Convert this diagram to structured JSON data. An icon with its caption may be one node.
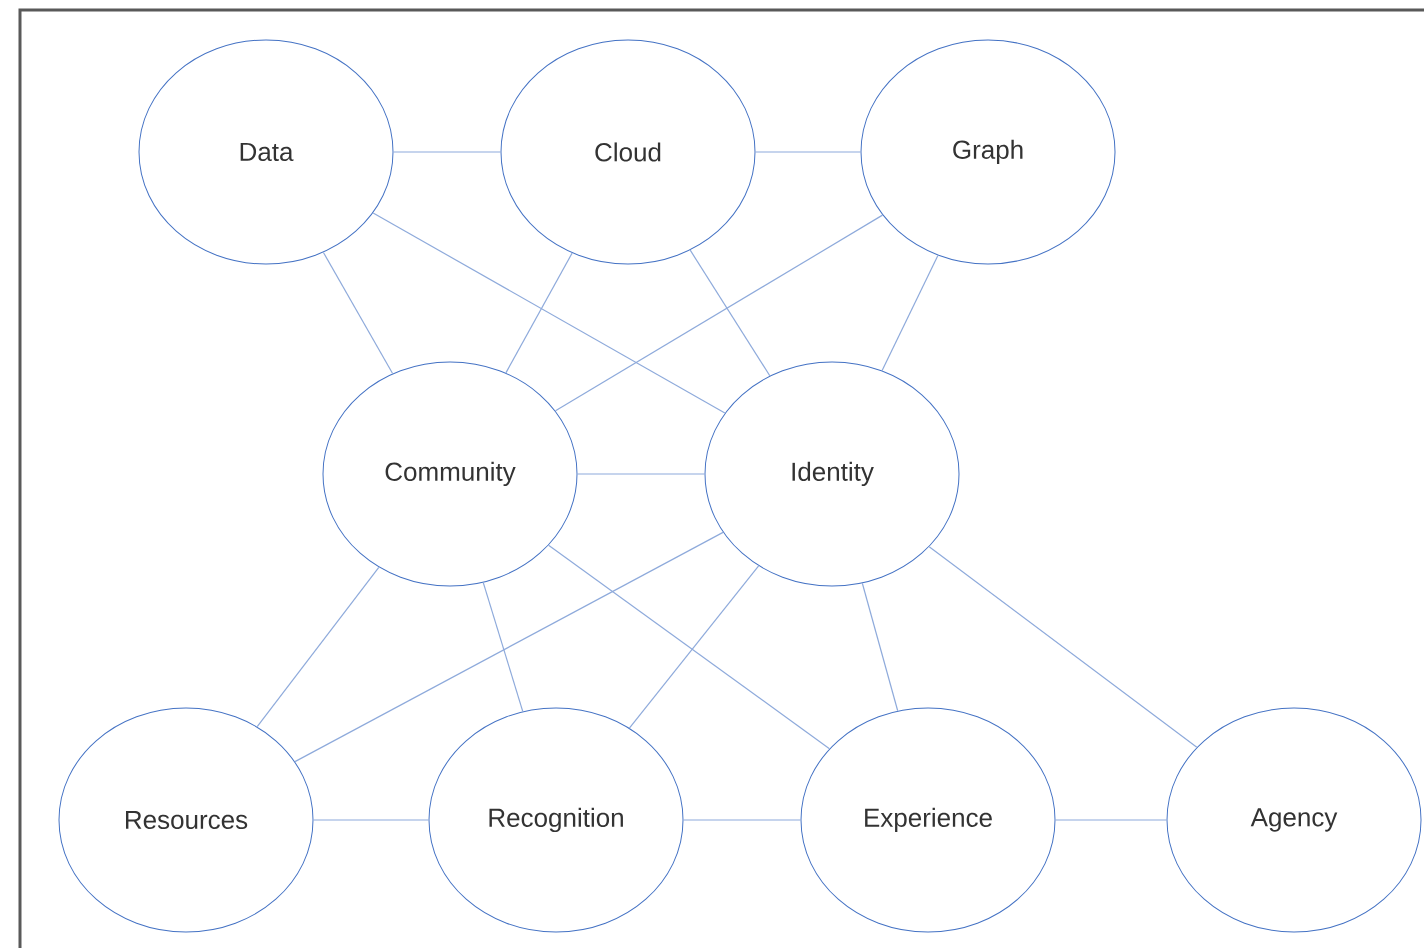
{
  "diagram": {
    "nodes": [
      {
        "text": [
          "Data"
        ]
      },
      {
        "text": [
          "Cloud"
        ]
      },
      {
        "text": [
          "Graph"
        ]
      },
      {
        "text": [
          "Community"
        ]
      },
      {
        "text": [
          "Identity"
        ]
      },
      {
        "text": [
          "Resources"
        ]
      },
      {
        "text": [
          "Recognition"
        ]
      },
      {
        "text": [
          "Experience"
        ]
      },
      {
        "text": [
          "Agency"
        ]
      }
    ],
    "edges": [
      {
        "from": 0,
        "to": 1,
        "arrow": "none"
      },
      {
        "from": 1,
        "to": 2,
        "arrow": "none"
      },
      {
        "from": 0,
        "to": 3,
        "arrow": "none"
      },
      {
        "from": 0,
        "to": 4,
        "arrow": "none"
      },
      {
        "from": 1,
        "to": 3,
        "arrow": "none"
      },
      {
        "from": 1,
        "to": 4,
        "arrow": "none"
      },
      {
        "from": 2,
        "to": 3,
        "arrow": "none"
      },
      {
        "from": 2,
        "to": 4,
        "arrow": "none"
      },
      {
        "from": 3,
        "to": 4,
        "arrow": "none"
      },
      {
        "from": 3,
        "to": 5,
        "arrow": "none"
      },
      {
        "from": 3,
        "to": 6,
        "arrow": "none"
      },
      {
        "from": 3,
        "to": 7,
        "arrow": "none"
      },
      {
        "from": 4,
        "to": 5,
        "arrow": "none"
      },
      {
        "from": 4,
        "to": 6,
        "arrow": "none"
      },
      {
        "from": 4,
        "to": 7,
        "arrow": "none"
      },
      {
        "from": 4,
        "to": 8,
        "arrow": "none"
      },
      {
        "from": 5,
        "to": 6,
        "arrow": "none"
      },
      {
        "from": 6,
        "to": 7,
        "arrow": "none"
      },
      {
        "from": 7,
        "to": 8,
        "arrow": "none"
      }
    ]
  }
}
